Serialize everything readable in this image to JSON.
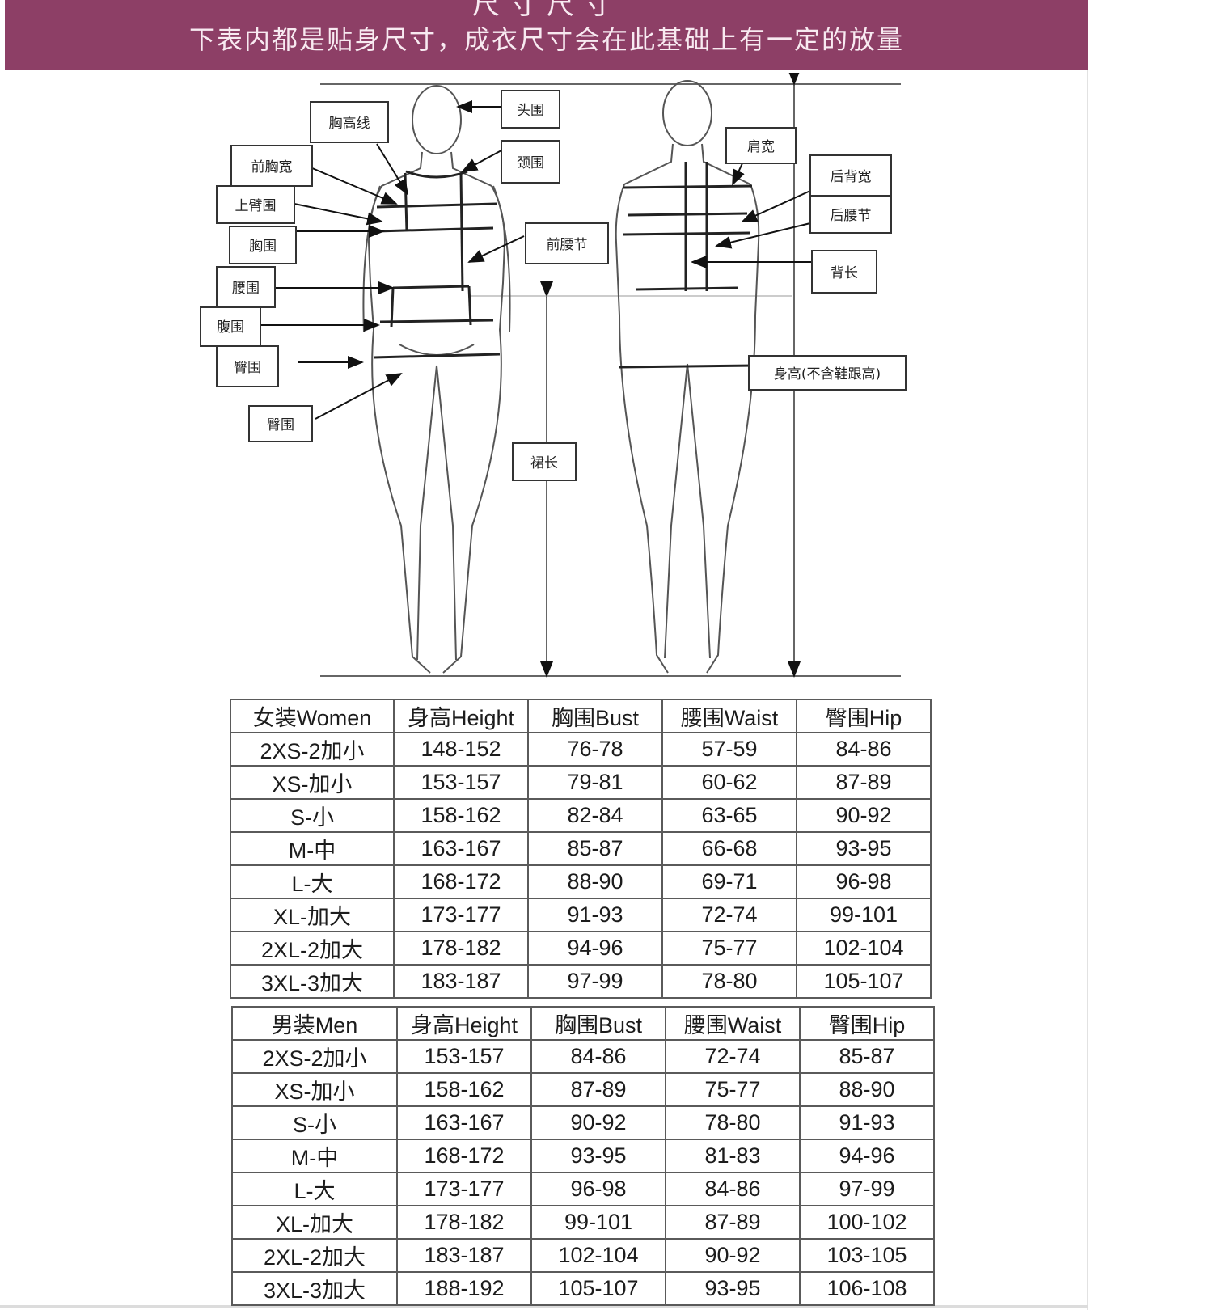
{
  "banner": {
    "title": "尺寸尺寸",
    "note": "下表内都是贴身尺寸，成衣尺寸会在此基础上有一定的放量",
    "color": "#8d3f66"
  },
  "figure": {
    "labels": {
      "head": "头围",
      "bust_height": "胸高线",
      "neck": "颈围",
      "front_chest": "前胸宽",
      "upper_arm": "上臂围",
      "bust": "胸围",
      "front_waist_node": "前腰节",
      "waist": "腰围",
      "belly": "腹围",
      "hip": "臀围",
      "thigh": "臀围",
      "skirt_length": "裙长",
      "shoulder": "肩宽",
      "back_width": "后背宽",
      "back_waist_node": "后腰节",
      "back_length": "背长",
      "height": "身高(不含鞋跟高)"
    }
  },
  "women": {
    "headers": [
      "女装Women",
      "身高Height",
      "胸围Bust",
      "腰围Waist",
      "臀围Hip"
    ],
    "rows": [
      [
        "2XS-2加小",
        "148-152",
        "76-78",
        "57-59",
        "84-86"
      ],
      [
        "XS-加小",
        "153-157",
        "79-81",
        "60-62",
        "87-89"
      ],
      [
        "S-小",
        "158-162",
        "82-84",
        "63-65",
        "90-92"
      ],
      [
        "M-中",
        "163-167",
        "85-87",
        "66-68",
        "93-95"
      ],
      [
        "L-大",
        "168-172",
        "88-90",
        "69-71",
        "96-98"
      ],
      [
        "XL-加大",
        "173-177",
        "91-93",
        "72-74",
        "99-101"
      ],
      [
        "2XL-2加大",
        "178-182",
        "94-96",
        "75-77",
        "102-104"
      ],
      [
        "3XL-3加大",
        "183-187",
        "97-99",
        "78-80",
        "105-107"
      ]
    ]
  },
  "men": {
    "headers": [
      "男装Men",
      "身高Height",
      "胸围Bust",
      "腰围Waist",
      "臀围Hip"
    ],
    "rows": [
      [
        "2XS-2加小",
        "153-157",
        "84-86",
        "72-74",
        "85-87"
      ],
      [
        "XS-加小",
        "158-162",
        "87-89",
        "75-77",
        "88-90"
      ],
      [
        "S-小",
        "163-167",
        "90-92",
        "78-80",
        "91-93"
      ],
      [
        "M-中",
        "168-172",
        "93-95",
        "81-83",
        "94-96"
      ],
      [
        "L-大",
        "173-177",
        "96-98",
        "84-86",
        "97-99"
      ],
      [
        "XL-加大",
        "178-182",
        "99-101",
        "87-89",
        "100-102"
      ],
      [
        "2XL-2加大",
        "183-187",
        "102-104",
        "90-92",
        "103-105"
      ],
      [
        "3XL-3加大",
        "188-192",
        "105-107",
        "93-95",
        "106-108"
      ]
    ]
  }
}
